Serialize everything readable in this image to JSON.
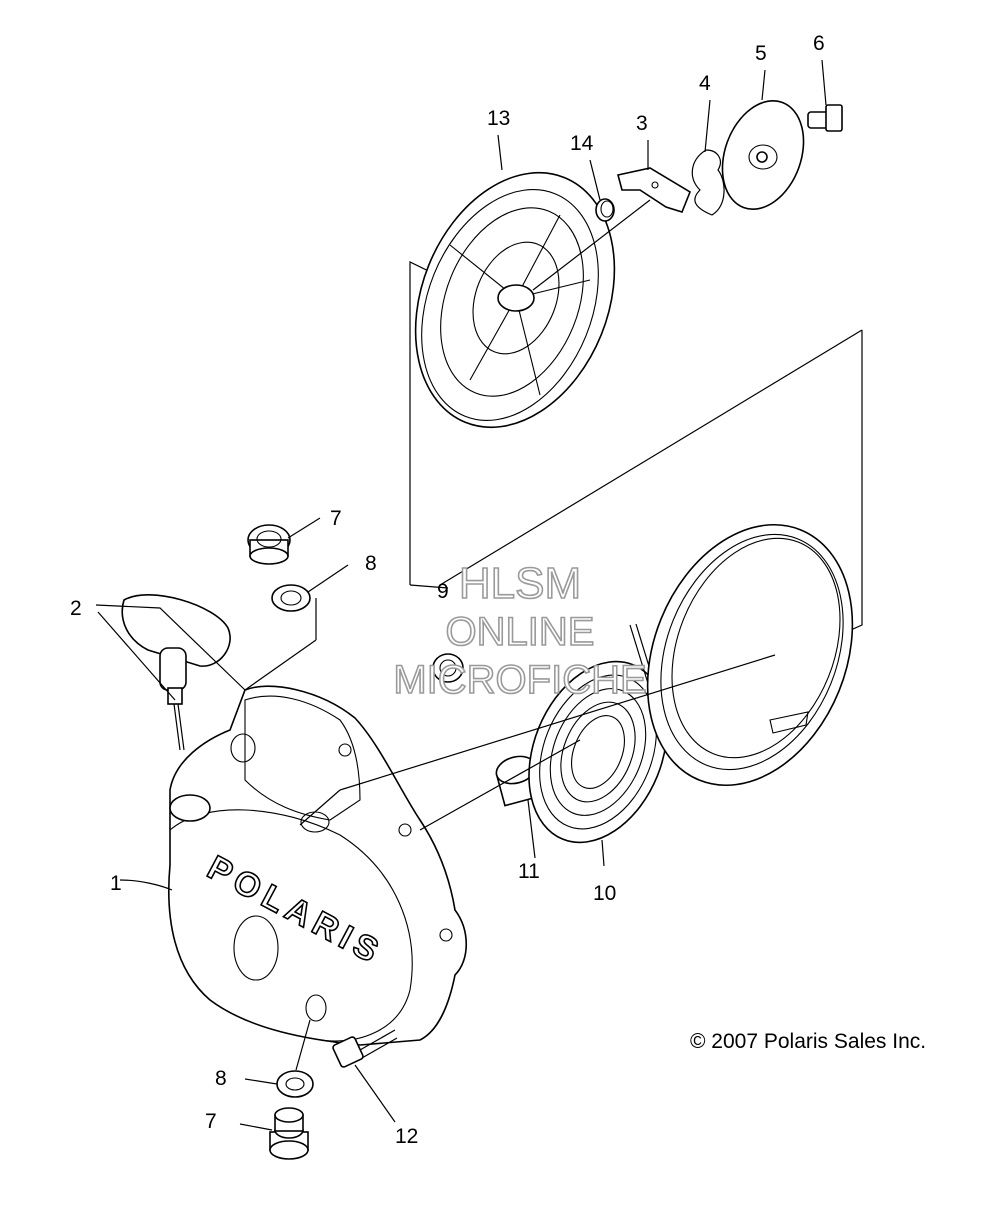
{
  "diagram": {
    "callouts": [
      {
        "id": "c1",
        "label": "1"
      },
      {
        "id": "c2",
        "label": "2"
      },
      {
        "id": "c3",
        "label": "3"
      },
      {
        "id": "c4",
        "label": "4"
      },
      {
        "id": "c5",
        "label": "5"
      },
      {
        "id": "c6",
        "label": "6"
      },
      {
        "id": "c7a",
        "label": "7"
      },
      {
        "id": "c7b",
        "label": "7"
      },
      {
        "id": "c8a",
        "label": "8"
      },
      {
        "id": "c8b",
        "label": "8"
      },
      {
        "id": "c9",
        "label": "9"
      },
      {
        "id": "c10",
        "label": "10"
      },
      {
        "id": "c11",
        "label": "11"
      },
      {
        "id": "c12",
        "label": "12"
      },
      {
        "id": "c13",
        "label": "13"
      },
      {
        "id": "c14",
        "label": "14"
      }
    ],
    "brand_text": "POLARIS",
    "watermark": [
      "HLSM",
      "ONLINE",
      "MICROFICHE"
    ],
    "copyright": "© 2007 Polaris Sales Inc."
  }
}
